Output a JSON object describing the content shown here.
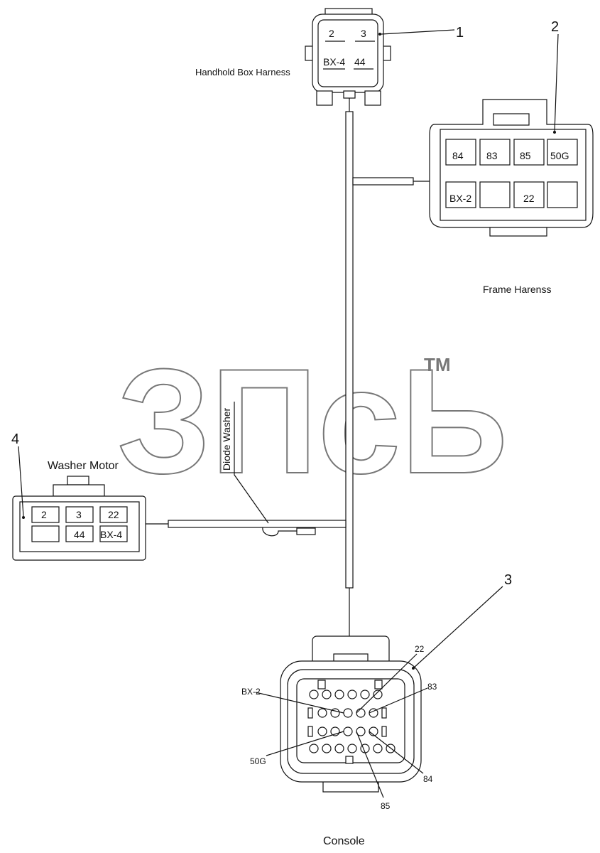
{
  "watermark": {
    "text": "ЗПсЬ",
    "tm": "TM"
  },
  "labels": {
    "handhold": "Handhold Box Harness",
    "frame": "Frame Harenss",
    "washer_motor": "Washer Motor",
    "diode_washer": "Diode Washer",
    "console": "Console"
  },
  "callouts": [
    "1",
    "2",
    "3",
    "4"
  ],
  "connector1": {
    "pins": [
      "2",
      "3",
      "BX-4",
      "44"
    ]
  },
  "connector2": {
    "pins": [
      "84",
      "83",
      "85",
      "50G",
      "BX-2",
      "",
      "22",
      ""
    ]
  },
  "connector4": {
    "pins": [
      "2",
      "3",
      "22",
      "",
      "44",
      "BX-4"
    ]
  },
  "console_pins": {
    "bx2": "BX-2",
    "p50g": "50G",
    "p22": "22",
    "p83": "83",
    "p84": "84",
    "p85": "85"
  }
}
